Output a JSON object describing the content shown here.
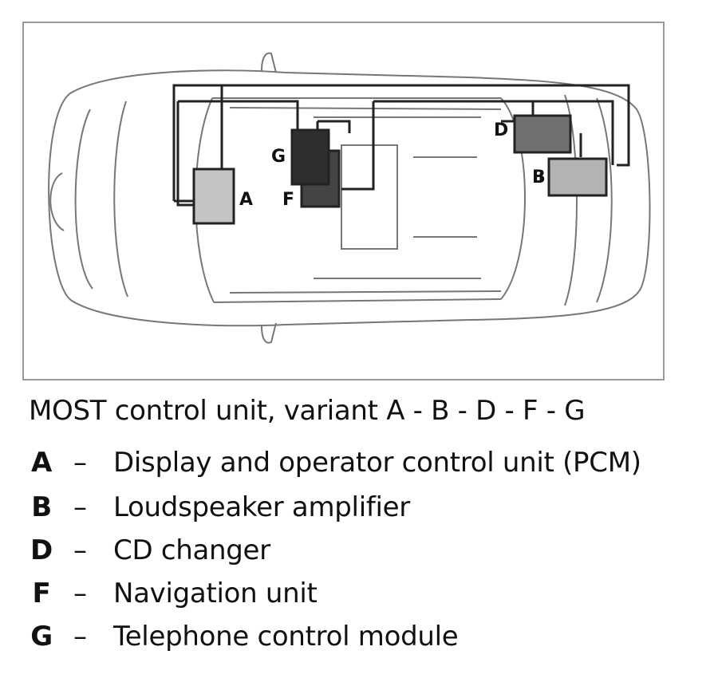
{
  "diagram": {
    "component_labels": {
      "A": "A",
      "B": "B",
      "D": "D",
      "F": "F",
      "G": "G"
    },
    "colors": {
      "A": "#c4c4c4",
      "B": "#b3b3b3",
      "D": "#707070",
      "F": "#444444",
      "G": "#2e2e2e",
      "line": "#222222",
      "outline": "#777777"
    }
  },
  "caption": "MOST control unit, variant A - B - D - F - G",
  "legend": [
    {
      "key": "A",
      "dash": "–",
      "text": "Display and operator control unit (PCM)"
    },
    {
      "key": "B",
      "dash": "–",
      "text": "Loudspeaker amplifier"
    },
    {
      "key": "D",
      "dash": "–",
      "text": "CD changer"
    },
    {
      "key": "F",
      "dash": "–",
      "text": "Navigation unit"
    },
    {
      "key": "G",
      "dash": "–",
      "text": "Telephone control module"
    }
  ]
}
